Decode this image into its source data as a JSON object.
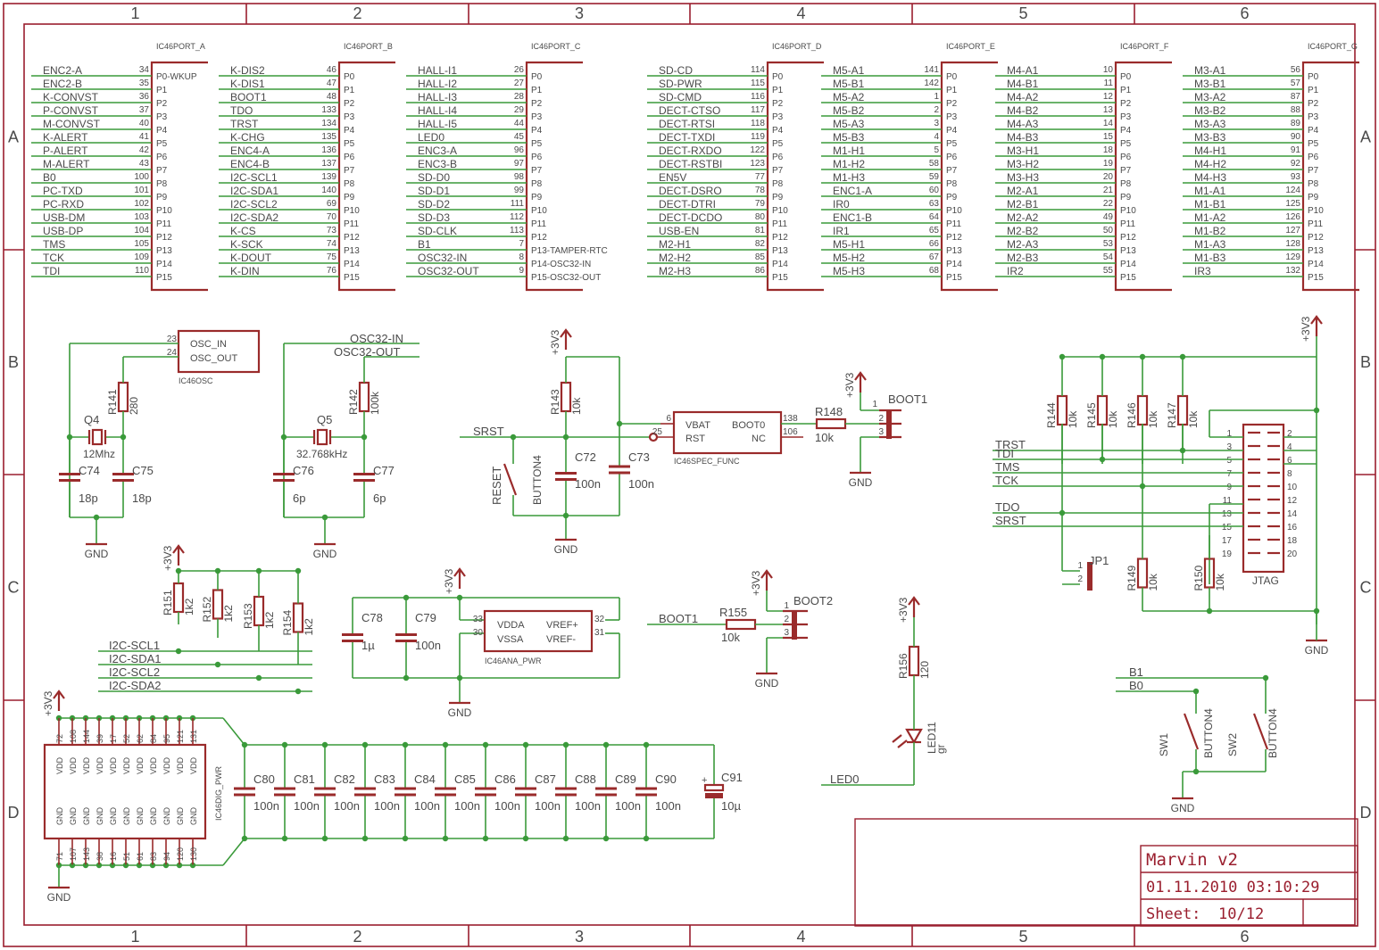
{
  "frame": {
    "columns": [
      "1",
      "2",
      "3",
      "4",
      "5",
      "6"
    ],
    "rows": [
      "A",
      "B",
      "C",
      "D"
    ]
  },
  "title_block": {
    "title": "Marvin v2",
    "datetime": "01.11.2010 03:10:29",
    "sheet_label": "Sheet:",
    "sheet_value": "10/12"
  },
  "ports": [
    {
      "name": "IC46PORT_A",
      "pins": [
        {
          "net": "ENC2-A",
          "num": "34",
          "pin": "P0-WKUP"
        },
        {
          "net": "ENC2-B",
          "num": "35",
          "pin": "P1"
        },
        {
          "net": "K-CONVST",
          "num": "36",
          "pin": "P2"
        },
        {
          "net": "P-CONVST",
          "num": "37",
          "pin": "P3"
        },
        {
          "net": "M-CONVST",
          "num": "40",
          "pin": "P4"
        },
        {
          "net": "K-ALERT",
          "num": "41",
          "pin": "P5"
        },
        {
          "net": "P-ALERT",
          "num": "42",
          "pin": "P6"
        },
        {
          "net": "M-ALERT",
          "num": "43",
          "pin": "P7"
        },
        {
          "net": "B0",
          "num": "100",
          "pin": "P8"
        },
        {
          "net": "PC-TXD",
          "num": "101",
          "pin": "P9"
        },
        {
          "net": "PC-RXD",
          "num": "102",
          "pin": "P10"
        },
        {
          "net": "USB-DM",
          "num": "103",
          "pin": "P11"
        },
        {
          "net": "USB-DP",
          "num": "104",
          "pin": "P12"
        },
        {
          "net": "TMS",
          "num": "105",
          "pin": "P13"
        },
        {
          "net": "TCK",
          "num": "109",
          "pin": "P14"
        },
        {
          "net": "TDI",
          "num": "110",
          "pin": "P15"
        }
      ]
    },
    {
      "name": "IC46PORT_B",
      "pins": [
        {
          "net": "K-DIS2",
          "num": "46",
          "pin": "P0"
        },
        {
          "net": "K-DIS1",
          "num": "47",
          "pin": "P1"
        },
        {
          "net": "BOOT1",
          "num": "48",
          "pin": "P2"
        },
        {
          "net": "TDO",
          "num": "133",
          "pin": "P3"
        },
        {
          "net": "TRST",
          "num": "134",
          "pin": "P4"
        },
        {
          "net": "K-CHG",
          "num": "135",
          "pin": "P5"
        },
        {
          "net": "ENC4-A",
          "num": "136",
          "pin": "P6"
        },
        {
          "net": "ENC4-B",
          "num": "137",
          "pin": "P7"
        },
        {
          "net": "I2C-SCL1",
          "num": "139",
          "pin": "P8"
        },
        {
          "net": "I2C-SDA1",
          "num": "140",
          "pin": "P9"
        },
        {
          "net": "I2C-SCL2",
          "num": "69",
          "pin": "P10"
        },
        {
          "net": "I2C-SDA2",
          "num": "70",
          "pin": "P11"
        },
        {
          "net": "K-CS",
          "num": "73",
          "pin": "P12"
        },
        {
          "net": "K-SCK",
          "num": "74",
          "pin": "P13"
        },
        {
          "net": "K-DOUT",
          "num": "75",
          "pin": "P14"
        },
        {
          "net": "K-DIN",
          "num": "76",
          "pin": "P15"
        }
      ]
    },
    {
      "name": "IC46PORT_C",
      "pins": [
        {
          "net": "HALL-I1",
          "num": "26",
          "pin": "P0"
        },
        {
          "net": "HALL-I2",
          "num": "27",
          "pin": "P1"
        },
        {
          "net": "HALL-I3",
          "num": "28",
          "pin": "P2"
        },
        {
          "net": "HALL-I4",
          "num": "29",
          "pin": "P3"
        },
        {
          "net": "HALL-I5",
          "num": "44",
          "pin": "P4"
        },
        {
          "net": "LED0",
          "num": "45",
          "pin": "P5"
        },
        {
          "net": "ENC3-A",
          "num": "96",
          "pin": "P6"
        },
        {
          "net": "ENC3-B",
          "num": "97",
          "pin": "P7"
        },
        {
          "net": "SD-D0",
          "num": "98",
          "pin": "P8"
        },
        {
          "net": "SD-D1",
          "num": "99",
          "pin": "P9"
        },
        {
          "net": "SD-D2",
          "num": "111",
          "pin": "P10"
        },
        {
          "net": "SD-D3",
          "num": "112",
          "pin": "P11"
        },
        {
          "net": "SD-CLK",
          "num": "113",
          "pin": "P12"
        },
        {
          "net": "B1",
          "num": "7",
          "pin": "P13-TAMPER-RTC"
        },
        {
          "net": "OSC32-IN",
          "num": "8",
          "pin": "P14-OSC32-IN"
        },
        {
          "net": "OSC32-OUT",
          "num": "9",
          "pin": "P15-OSC32-OUT"
        }
      ]
    },
    {
      "name": "IC46PORT_D",
      "pins": [
        {
          "net": "SD-CD",
          "num": "114",
          "pin": "P0"
        },
        {
          "net": "SD-PWR",
          "num": "115",
          "pin": "P1"
        },
        {
          "net": "SD-CMD",
          "num": "116",
          "pin": "P2"
        },
        {
          "net": "DECT-CTSO",
          "num": "117",
          "pin": "P3"
        },
        {
          "net": "DECT-RTSI",
          "num": "118",
          "pin": "P4"
        },
        {
          "net": "DECT-TXDI",
          "num": "119",
          "pin": "P5"
        },
        {
          "net": "DECT-RXDO",
          "num": "122",
          "pin": "P6"
        },
        {
          "net": "DECT-RSTBI",
          "num": "123",
          "pin": "P7"
        },
        {
          "net": "EN5V",
          "num": "77",
          "pin": "P8"
        },
        {
          "net": "DECT-DSRO",
          "num": "78",
          "pin": "P9"
        },
        {
          "net": "DECT-DTRI",
          "num": "79",
          "pin": "P10"
        },
        {
          "net": "DECT-DCDO",
          "num": "80",
          "pin": "P11"
        },
        {
          "net": "USB-EN",
          "num": "81",
          "pin": "P12"
        },
        {
          "net": "M2-H1",
          "num": "82",
          "pin": "P13"
        },
        {
          "net": "M2-H2",
          "num": "85",
          "pin": "P14"
        },
        {
          "net": "M2-H3",
          "num": "86",
          "pin": "P15"
        }
      ]
    },
    {
      "name": "IC46PORT_E",
      "pins": [
        {
          "net": "M5-A1",
          "num": "141",
          "pin": "P0"
        },
        {
          "net": "M5-B1",
          "num": "142",
          "pin": "P1"
        },
        {
          "net": "M5-A2",
          "num": "1",
          "pin": "P2"
        },
        {
          "net": "M5-B2",
          "num": "2",
          "pin": "P3"
        },
        {
          "net": "M5-A3",
          "num": "3",
          "pin": "P4"
        },
        {
          "net": "M5-B3",
          "num": "4",
          "pin": "P5"
        },
        {
          "net": "M1-H1",
          "num": "5",
          "pin": "P6"
        },
        {
          "net": "M1-H2",
          "num": "58",
          "pin": "P7"
        },
        {
          "net": "M1-H3",
          "num": "59",
          "pin": "P8"
        },
        {
          "net": "ENC1-A",
          "num": "60",
          "pin": "P9"
        },
        {
          "net": "IR0",
          "num": "63",
          "pin": "P10"
        },
        {
          "net": "ENC1-B",
          "num": "64",
          "pin": "P11"
        },
        {
          "net": "IR1",
          "num": "65",
          "pin": "P12"
        },
        {
          "net": "M5-H1",
          "num": "66",
          "pin": "P13"
        },
        {
          "net": "M5-H2",
          "num": "67",
          "pin": "P14"
        },
        {
          "net": "M5-H3",
          "num": "68",
          "pin": "P15"
        }
      ]
    },
    {
      "name": "IC46PORT_F",
      "pins": [
        {
          "net": "M4-A1",
          "num": "10",
          "pin": "P0"
        },
        {
          "net": "M4-B1",
          "num": "11",
          "pin": "P1"
        },
        {
          "net": "M4-A2",
          "num": "12",
          "pin": "P2"
        },
        {
          "net": "M4-B2",
          "num": "13",
          "pin": "P3"
        },
        {
          "net": "M4-A3",
          "num": "14",
          "pin": "P4"
        },
        {
          "net": "M4-B3",
          "num": "15",
          "pin": "P5"
        },
        {
          "net": "M3-H1",
          "num": "18",
          "pin": "P6"
        },
        {
          "net": "M3-H2",
          "num": "19",
          "pin": "P7"
        },
        {
          "net": "M3-H3",
          "num": "20",
          "pin": "P8"
        },
        {
          "net": "M2-A1",
          "num": "21",
          "pin": "P9"
        },
        {
          "net": "M2-B1",
          "num": "22",
          "pin": "P10"
        },
        {
          "net": "M2-A2",
          "num": "49",
          "pin": "P11"
        },
        {
          "net": "M2-B2",
          "num": "50",
          "pin": "P12"
        },
        {
          "net": "M2-A3",
          "num": "53",
          "pin": "P13"
        },
        {
          "net": "M2-B3",
          "num": "54",
          "pin": "P14"
        },
        {
          "net": "IR2",
          "num": "55",
          "pin": "P15"
        }
      ]
    },
    {
      "name": "IC46PORT_G",
      "pins": [
        {
          "net": "M3-A1",
          "num": "56",
          "pin": "P0"
        },
        {
          "net": "M3-B1",
          "num": "57",
          "pin": "P1"
        },
        {
          "net": "M3-A2",
          "num": "87",
          "pin": "P2"
        },
        {
          "net": "M3-B2",
          "num": "88",
          "pin": "P3"
        },
        {
          "net": "M3-A3",
          "num": "89",
          "pin": "P4"
        },
        {
          "net": "M3-B3",
          "num": "90",
          "pin": "P5"
        },
        {
          "net": "M4-H1",
          "num": "91",
          "pin": "P6"
        },
        {
          "net": "M4-H2",
          "num": "92",
          "pin": "P7"
        },
        {
          "net": "M4-H3",
          "num": "93",
          "pin": "P8"
        },
        {
          "net": "M1-A1",
          "num": "124",
          "pin": "P9"
        },
        {
          "net": "M1-B1",
          "num": "125",
          "pin": "P10"
        },
        {
          "net": "M1-A2",
          "num": "126",
          "pin": "P11"
        },
        {
          "net": "M1-B2",
          "num": "127",
          "pin": "P12"
        },
        {
          "net": "M1-A3",
          "num": "128",
          "pin": "P13"
        },
        {
          "net": "M1-B3",
          "num": "129",
          "pin": "P14"
        },
        {
          "net": "IR3",
          "num": "132",
          "pin": "P15"
        }
      ]
    }
  ],
  "osc": {
    "ic": "IC46OSC",
    "pin_in": "OSC_IN",
    "pin_out": "OSC_OUT",
    "n_in": "23",
    "n_out": "24",
    "r141": "R141",
    "r141_val": "280",
    "q4": "Q4",
    "q4_val": "12Mhz",
    "c74": "C74",
    "c74_val": "18p",
    "c75": "C75",
    "c75_val": "18p",
    "gnd": "GND"
  },
  "osc32": {
    "net_in": "OSC32-IN",
    "net_out": "OSC32-OUT",
    "r142": "R142",
    "r142_val": "100k",
    "q5": "Q5",
    "q5_val": "32.768kHz",
    "c76": "C76",
    "c76_val": "6p",
    "c77": "C77",
    "c77_val": "6p",
    "gnd": "GND"
  },
  "reset": {
    "supply": "+3V3",
    "srst": "SRST",
    "r143": "R143",
    "r143_val": "10k",
    "reset_lbl": "RESET",
    "button": "BUTTON4",
    "c72": "C72",
    "c72_val": "100n",
    "c73": "C73",
    "c73_val": "100n",
    "gnd": "GND",
    "ic": "IC46SPEC_FUNC",
    "vbat": "VBAT",
    "rst": "RST",
    "boot0": "BOOT0",
    "nc": "NC",
    "n6": "6",
    "n25": "25",
    "n138": "138",
    "n106": "106"
  },
  "boot1": {
    "r148": "R148",
    "r148_val": "10k",
    "jp": "BOOT1",
    "supply": "+3V3",
    "gnd": "GND",
    "p1": "1",
    "p2": "2",
    "p3": "3"
  },
  "i2c": {
    "supply": "+3V3",
    "resistors": [
      {
        "name": "R151",
        "val": "1k2"
      },
      {
        "name": "R152",
        "val": "1k2"
      },
      {
        "name": "R153",
        "val": "1k2"
      },
      {
        "name": "R154",
        "val": "1k2"
      }
    ],
    "nets": [
      "I2C-SCL1",
      "I2C-SDA1",
      "I2C-SCL2",
      "I2C-SDA2"
    ]
  },
  "ana": {
    "supply": "+3V3",
    "c78": "C78",
    "c78_val": "1µ",
    "c79": "C79",
    "c79_val": "100n",
    "ic": "IC46ANA_PWR",
    "vdda": "VDDA",
    "vssa": "VSSA",
    "vrefp": "VREF+",
    "vrefm": "VREF-",
    "n33": "33",
    "n30": "30",
    "n32": "32",
    "n31": "31",
    "gnd": "GND"
  },
  "boot2": {
    "net": "BOOT1",
    "r155": "R155",
    "r155_val": "10k",
    "jp": "BOOT2",
    "supply": "+3V3",
    "gnd": "GND",
    "p1": "1",
    "p2": "2",
    "p3": "3"
  },
  "led": {
    "supply": "+3V3",
    "r156": "R156",
    "r156_val": "120",
    "led": "LED11",
    "led_val": "gr",
    "net": "LED0"
  },
  "jtag": {
    "supply": "+3V3",
    "name": "JTAG",
    "gnd": "GND",
    "resistors": [
      {
        "name": "R144",
        "val": "10k"
      },
      {
        "name": "R145",
        "val": "10k"
      },
      {
        "name": "R146",
        "val": "10k"
      },
      {
        "name": "R147",
        "val": "10k"
      },
      {
        "name": "R149",
        "val": "10k"
      },
      {
        "name": "R150",
        "val": "10k"
      }
    ],
    "nets": [
      "TRST",
      "TDI",
      "TMS",
      "TCK",
      "TDO",
      "SRST"
    ],
    "jp": "JP1",
    "jp1": "1",
    "jp2": "2",
    "left_pins": [
      "1",
      "3",
      "5",
      "7",
      "9",
      "11",
      "13",
      "15",
      "17",
      "19"
    ],
    "right_pins": [
      "2",
      "4",
      "6",
      "8",
      "10",
      "12",
      "14",
      "16",
      "18",
      "20"
    ]
  },
  "buttons": {
    "b1": "B1",
    "b0": "B0",
    "sw1": "SW1",
    "sw2": "SW2",
    "btn": "BUTTON4",
    "gnd": "GND"
  },
  "power": {
    "supply": "+3V3",
    "gnd": "GND",
    "ic": "IC46DIG_PWR",
    "vdd": "VDD",
    "gndlbl": "GND",
    "vdd_pins": [
      "72",
      "108",
      "144",
      "39",
      "17",
      "52",
      "62",
      "84",
      "95",
      "121",
      "131"
    ],
    "gnd_pins": [
      "71",
      "107",
      "143",
      "38",
      "16",
      "51",
      "61",
      "83",
      "94",
      "120",
      "130"
    ],
    "caps": [
      {
        "name": "C80",
        "val": "100n"
      },
      {
        "name": "C81",
        "val": "100n"
      },
      {
        "name": "C82",
        "val": "100n"
      },
      {
        "name": "C83",
        "val": "100n"
      },
      {
        "name": "C84",
        "val": "100n"
      },
      {
        "name": "C85",
        "val": "100n"
      },
      {
        "name": "C86",
        "val": "100n"
      },
      {
        "name": "C87",
        "val": "100n"
      },
      {
        "name": "C88",
        "val": "100n"
      },
      {
        "name": "C89",
        "val": "100n"
      },
      {
        "name": "C90",
        "val": "100n"
      }
    ],
    "c91": "C91",
    "c91_val": "10µ"
  }
}
